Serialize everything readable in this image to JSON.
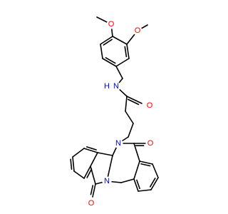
{
  "colors": {
    "bond": "#000000",
    "carbon": "#000000",
    "oxygen": "#ff0000",
    "nitrogen": "#0000ff",
    "background": "#ffffff"
  },
  "atoms": [
    {
      "id": "o_ome1",
      "label": "O",
      "element": "oxygen"
    },
    {
      "id": "o_ome2",
      "label": "O",
      "element": "oxygen"
    },
    {
      "id": "n_amide",
      "label": "N",
      "element": "nitrogen"
    },
    {
      "id": "h_amide",
      "label": "H",
      "element": "nitrogen"
    },
    {
      "id": "o_amide",
      "label": "O",
      "element": "oxygen"
    },
    {
      "id": "n_ring",
      "label": "N",
      "element": "nitrogen"
    },
    {
      "id": "o_ketone_top",
      "label": "O",
      "element": "oxygen"
    },
    {
      "id": "n_fused",
      "label": "N",
      "element": "nitrogen"
    },
    {
      "id": "o_ketone_bottom",
      "label": "O",
      "element": "oxygen"
    }
  ]
}
